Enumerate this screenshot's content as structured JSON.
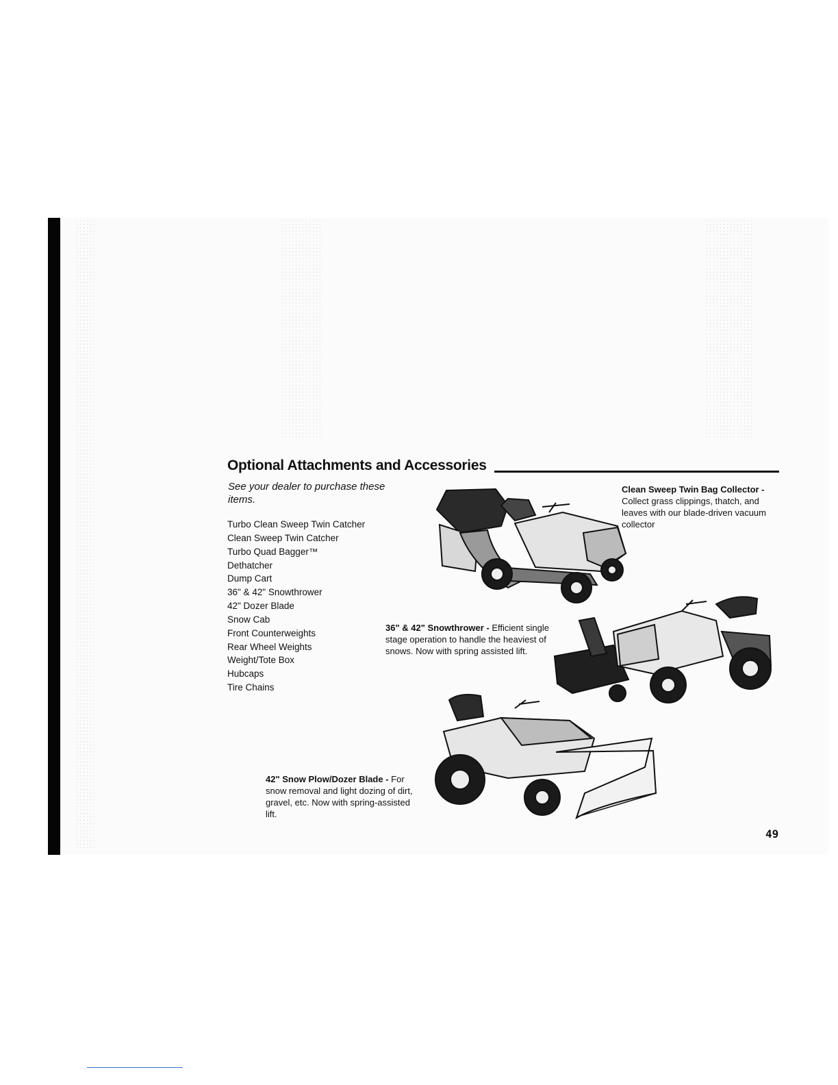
{
  "page": {
    "title": "Optional Attachments and Accessories",
    "intro": "See your dealer to purchase these items.",
    "items": [
      "Turbo Clean Sweep Twin Catcher",
      "Clean Sweep Twin Catcher",
      "Turbo Quad Bagger™",
      "Dethatcher",
      "Dump Cart",
      "36\" & 42\" Snowthrower",
      "42\" Dozer Blade",
      "Snow Cab",
      "Front Counterweights",
      "Rear Wheel Weights",
      "Weight/Tote Box",
      "Hubcaps",
      "Tire Chains"
    ],
    "captions": {
      "bag_collector": {
        "heading": "Clean Sweep Twin Bag Collector -",
        "body": "Collect grass clippings, thatch, and leaves with our blade-driven vacuum collector"
      },
      "snowthrower": {
        "heading": "36\" & 42\" Snowthrower -",
        "body": "Efficient single stage operation to handle the heaviest of snows. Now with spring assisted lift."
      },
      "dozer_blade": {
        "heading": "42\" Snow Plow/Dozer Blade -",
        "body": "For snow removal and light dozing of dirt, gravel, etc. Now with spring-assisted lift."
      }
    },
    "page_number": "49"
  }
}
